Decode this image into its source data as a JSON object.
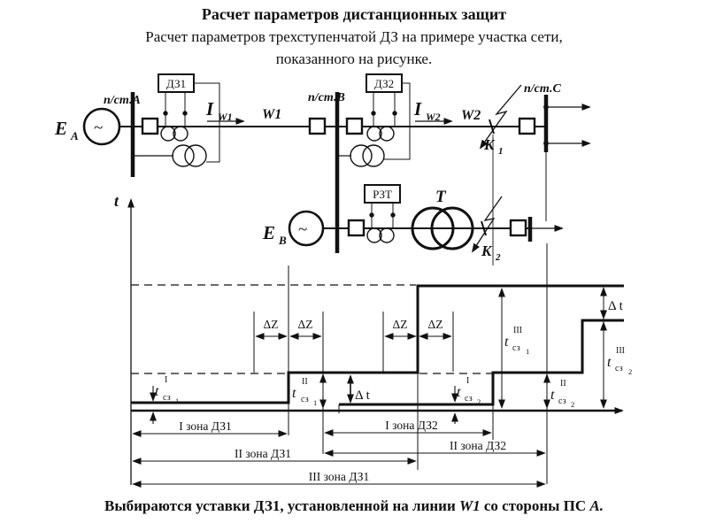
{
  "slide": {
    "title": "Расчет параметров дистанционных защит",
    "subtitle_line1": "Расчет параметров трехступенчатой ДЗ на примере участка сети,",
    "subtitle_line2": "показанного на рисунке.",
    "footer": {
      "part1": "Выбираются уставки ДЗ1, установленной на линии ",
      "w1": "W1",
      "part2": " со стороны ПС ",
      "psa": "А."
    }
  },
  "schematic": {
    "sources": {
      "e_main": "E",
      "ea_sub": "A",
      "eb_sub": "B",
      "wave": "~"
    },
    "buses": {
      "a": "п/ст.А",
      "b": "п/ст.В",
      "c": "п/ст.С"
    },
    "relays": {
      "dz1": "ДЗ1",
      "dz2": "ДЗ2",
      "rzt": "РЗТ"
    },
    "transformer_label": "T",
    "currents": {
      "i_main": "I",
      "i1_sub": "W1",
      "i2_sub": "W2"
    },
    "lines": {
      "w1": "W1",
      "w2": "W2"
    },
    "faults": {
      "k_main": "K",
      "k1_sub": "1",
      "k2_sub": "2"
    }
  },
  "chart": {
    "time_axis_label": "t",
    "delta_z": "ΔZ",
    "delta_t": "Δ t",
    "time_labels": {
      "t_main": "t",
      "sup_i": "I",
      "sup_ii": "II",
      "sup_iii": "III",
      "sub_sz": "сз",
      "idx1": "1",
      "idx2": "2"
    },
    "zones": {
      "z1_dz1": "I зона ДЗ1",
      "z1_dz2": "I зона ДЗ2",
      "z2_dz1": "II зона ДЗ1",
      "z2_dz2": "II зона ДЗ2",
      "z3_dz1": "III зона ДЗ1"
    }
  }
}
